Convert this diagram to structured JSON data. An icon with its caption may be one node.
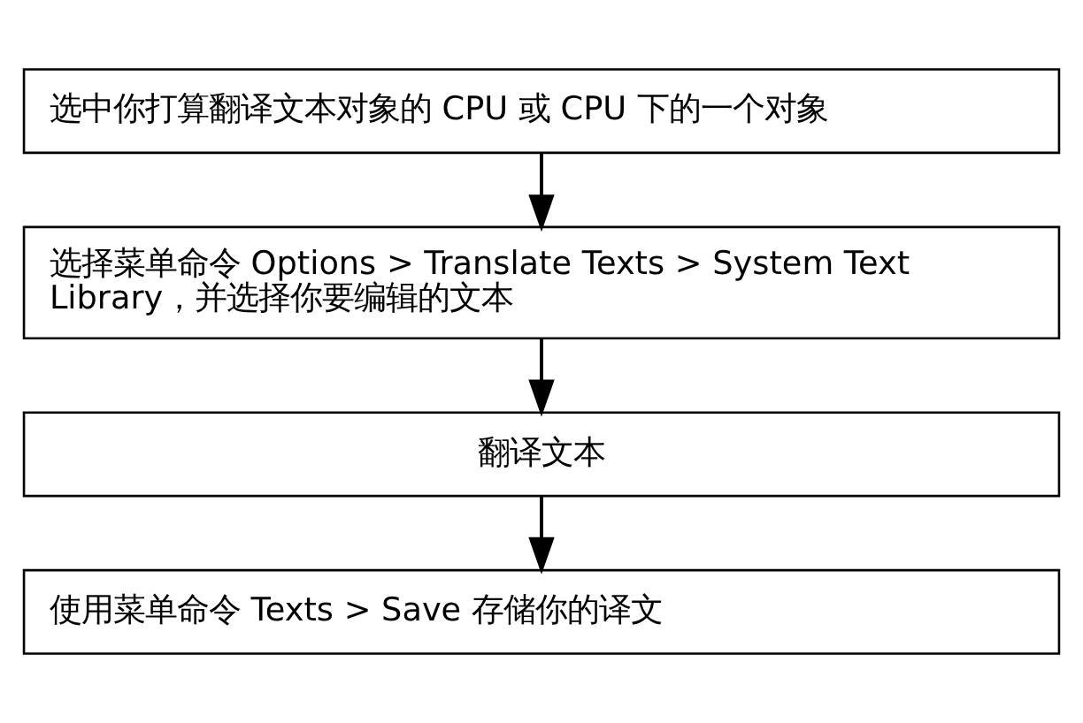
{
  "diagram": {
    "nodes": [
      {
        "text": [
          "选中你打算翻译文本对象的 CPU 或 CPU 下的一个对象"
        ]
      },
      {
        "text": [
          "选择菜单命令 Options > Translate Texts > System Text Library，并选择你要编辑的文本"
        ]
      },
      {
        "text": [
          "翻译文本"
        ]
      },
      {
        "text": [
          "使用菜单命令 Texts > Save 存储你的译文"
        ]
      }
    ],
    "edges": [
      {
        "from": 0,
        "to": 1,
        "arrow": "to"
      },
      {
        "from": 1,
        "to": 2,
        "arrow": "to"
      },
      {
        "from": 2,
        "to": 3,
        "arrow": "to"
      }
    ]
  }
}
